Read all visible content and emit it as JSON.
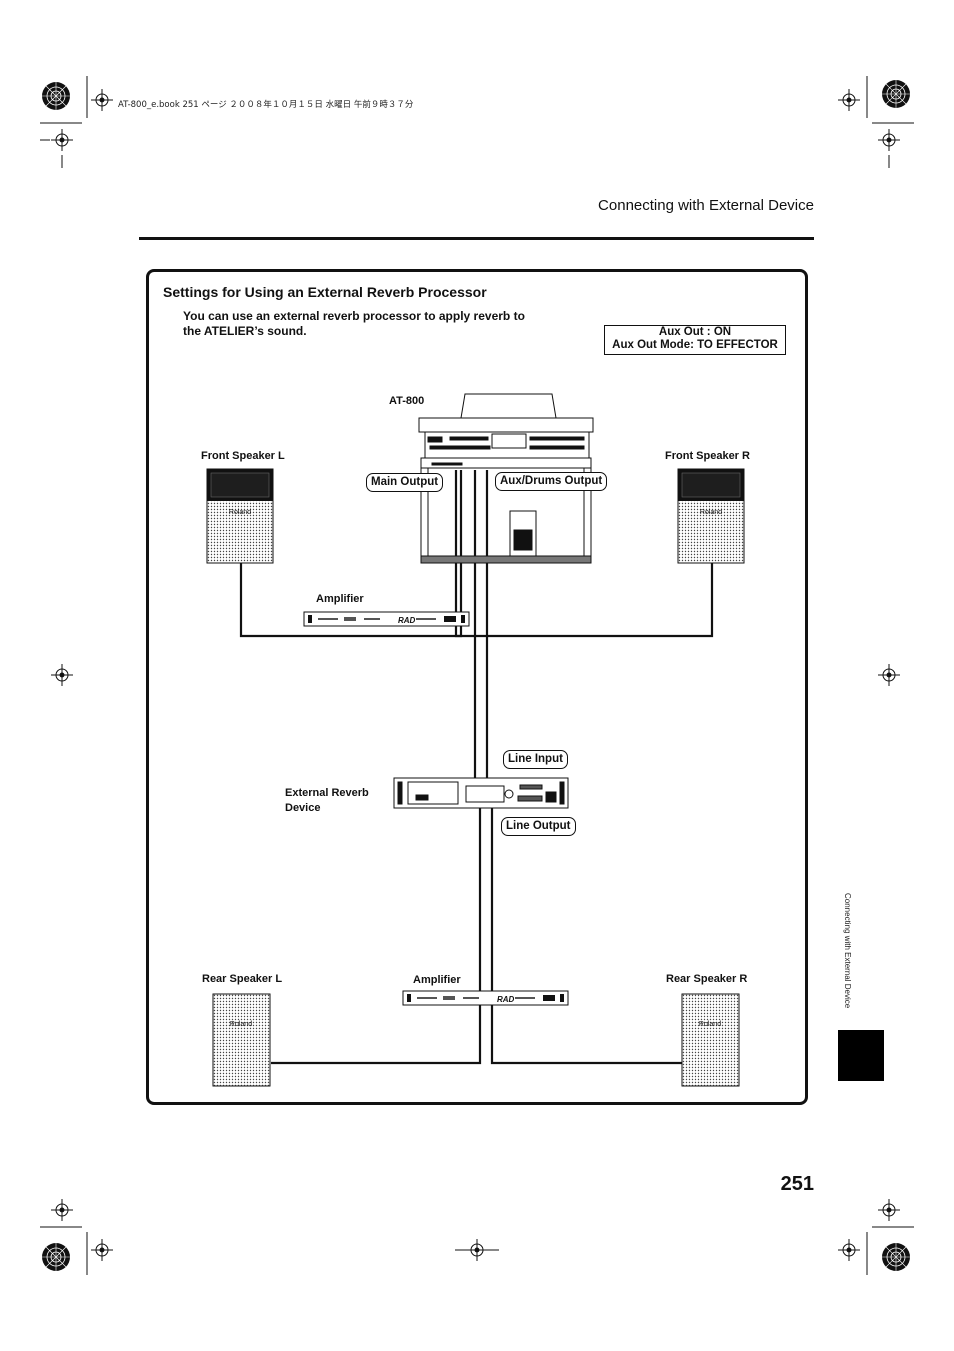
{
  "print_header": "AT-800_e.book 251 ページ ２００８年１０月１５日 水曜日 午前９時３７分",
  "running_head": "Connecting with External Device",
  "section": {
    "title": "Settings for Using an External Reverb Processor",
    "intro": "You can use an external reverb processor to apply reverb to the ATELIER’s sound."
  },
  "settings_box": {
    "line1": "Aux Out : ON",
    "line2": "Aux Out Mode: TO EFFECTOR"
  },
  "diagram": {
    "organ_label": "AT-800",
    "front_speaker_left": "Front Speaker L",
    "front_speaker_right": "Front Speaker R",
    "main_output": "Main Output",
    "aux_output": "Aux/Drums Output",
    "amplifier_top": "Amplifier",
    "amplifier_bottom": "Amplifier",
    "reverb_device": "External Reverb Device",
    "line_input": "Line Input",
    "line_output": "Line Output",
    "rear_speaker_left": "Rear Speaker L",
    "rear_speaker_right": "Rear Speaker R",
    "speaker_brand": "Roland",
    "amp_brand": "RAD"
  },
  "side_tab_text": "Connecting with External Device",
  "page_number": "251"
}
